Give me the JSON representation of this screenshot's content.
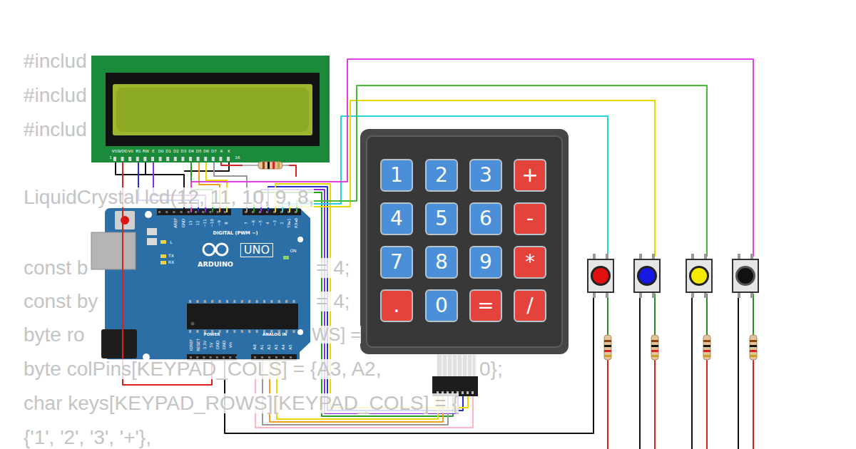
{
  "diagram": {
    "nodes": [
      {
        "text": [
          "1"
        ]
      },
      {
        "text": [
          "2"
        ]
      },
      {
        "text": [
          "3"
        ]
      },
      {
        "text": [
          "+"
        ]
      },
      {
        "text": [
          "4"
        ]
      },
      {
        "text": [
          "5"
        ]
      },
      {
        "text": [
          "6"
        ]
      },
      {
        "text": [
          "-"
        ]
      },
      {
        "text": [
          "7"
        ]
      },
      {
        "text": [
          "8"
        ]
      },
      {
        "text": [
          "9"
        ]
      },
      {
        "text": [
          "*"
        ]
      },
      {
        "text": [
          "."
        ]
      },
      {
        "text": [
          "0"
        ]
      },
      {
        "text": [
          "="
        ]
      },
      {
        "text": [
          "/"
        ]
      }
    ],
    "labels": [
      "#includ",
      "#includ",
      "#includ",
      "LiquidCrystal lcd(12, 11, 10, 9, 8,",
      "const b",
      "= 4;",
      "const by",
      "= 4;",
      "byte ro",
      "WS] =",
      "byte colPins[KEYPAD_COLS] = {A3, A2,",
      "0};",
      "char keys[KEYPAD_ROWS][KEYPAD_COLS] = {",
      "{'1', '2', '3', '+'},",
      "VSS",
      "VDD",
      "V0",
      "RS",
      "RW",
      "E",
      "D0",
      "D1",
      "D2",
      "D3",
      "D4",
      "D5",
      "D6",
      "D7",
      "A",
      "K",
      "1",
      "16",
      "AREF",
      "GND",
      "13",
      "12",
      "~11",
      "~10",
      "~9",
      "8",
      "7",
      "~6",
      "~5",
      "4",
      "~3",
      "2",
      "TX▸1",
      "RX◂0",
      "DIGITAL (PWM ~)",
      "L",
      "TX",
      "RX",
      "UNO",
      "ARDUINO",
      "ON",
      "IOREF",
      "RESET",
      "3.3V",
      "5V",
      "GND",
      "GND",
      "Vin",
      "POWER",
      "ANALOG IN",
      "A0",
      "A1",
      "A2",
      "A3",
      "A4",
      "A5"
    ]
  }
}
